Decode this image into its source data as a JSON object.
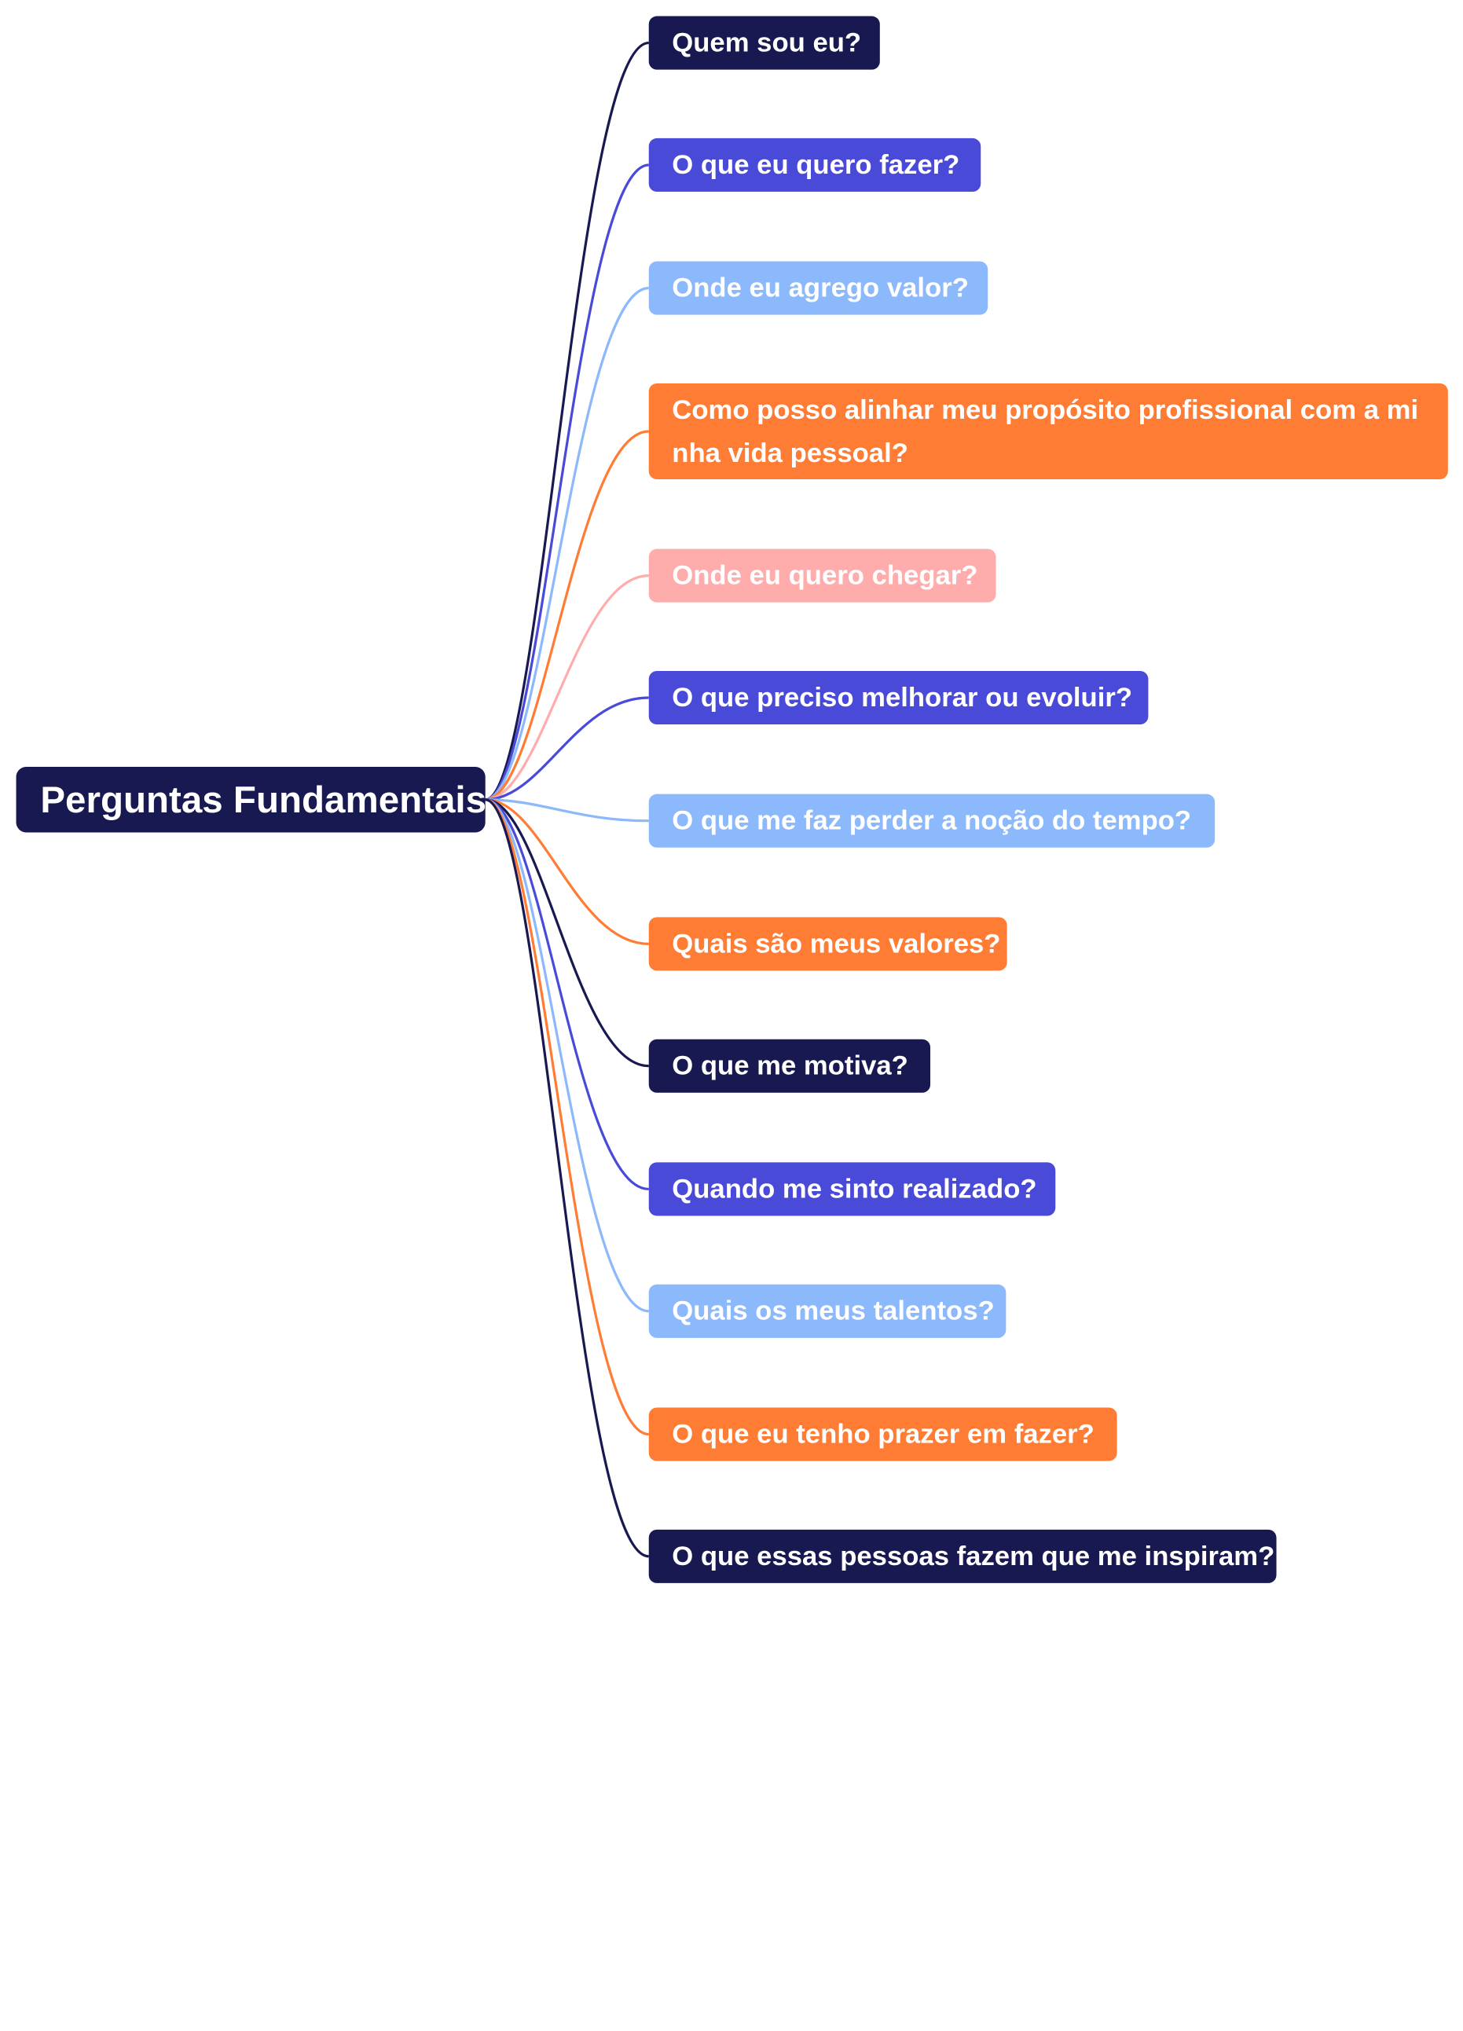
{
  "root": {
    "label": "Perguntas Fundamentais",
    "color": "#191952"
  },
  "branches": [
    {
      "label": "Quem sou eu?",
      "color": "#191952"
    },
    {
      "label": "O que eu quero fazer?",
      "color": "#4a4ad8"
    },
    {
      "label": "Onde eu agrego valor?",
      "color": "#8cb8fc"
    },
    {
      "label": "Como posso alinhar meu propósito profissional com a minha vida pessoal?",
      "color": "#ff7c34"
    },
    {
      "label": "Onde eu quero chegar?",
      "color": "#ffadac"
    },
    {
      "label": "O que preciso melhorar ou evoluir?",
      "color": "#4a4ad8"
    },
    {
      "label": "O que me faz perder a noção do tempo?",
      "color": "#8cb8fc"
    },
    {
      "label": "Quais são meus valores?",
      "color": "#ff7c34"
    },
    {
      "label": "O que me motiva?",
      "color": "#191952"
    },
    {
      "label": "Quando me sinto realizado?",
      "color": "#4a4ad8"
    },
    {
      "label": "Quais os meus talentos?",
      "color": "#8cb8fc"
    },
    {
      "label": "O que eu tenho prazer em fazer?",
      "color": "#ff7c34"
    },
    {
      "label": "O que essas pessoas fazem que me inspiram?",
      "color": "#191952"
    }
  ]
}
